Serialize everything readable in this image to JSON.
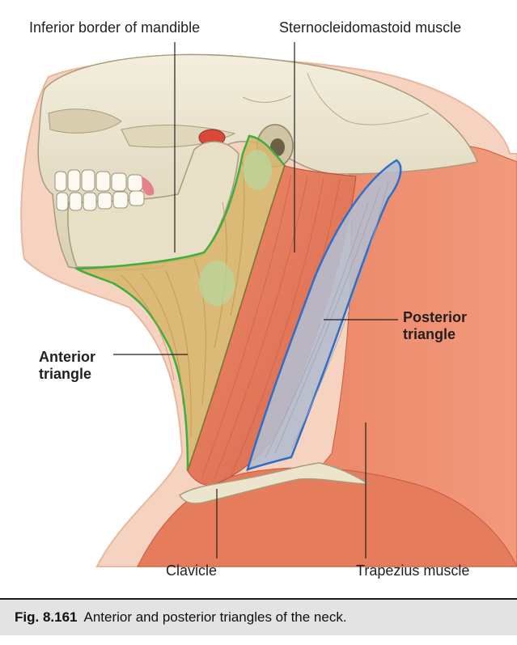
{
  "labels": {
    "mandible": "Inferior border of mandible",
    "scm": "Sternocleidomastoid muscle",
    "posterior_line1": "Posterior",
    "posterior_line2": "triangle",
    "anterior_line1": "Anterior",
    "anterior_line2": "triangle",
    "clavicle": "Clavicle",
    "trapezius": "Trapezius muscle"
  },
  "caption": {
    "number": "Fig. 8.161",
    "text": "Anterior and posterior triangles of the neck."
  },
  "colors": {
    "bone": "#e6ddc4",
    "muscle": "#e07a5f",
    "anterior_outline": "#3fae3f",
    "posterior_outline": "#2e6ec8",
    "posterior_fill": "#b5bccd",
    "skin": "#f4cdb6",
    "caption_bg": "#e3e3e3"
  }
}
